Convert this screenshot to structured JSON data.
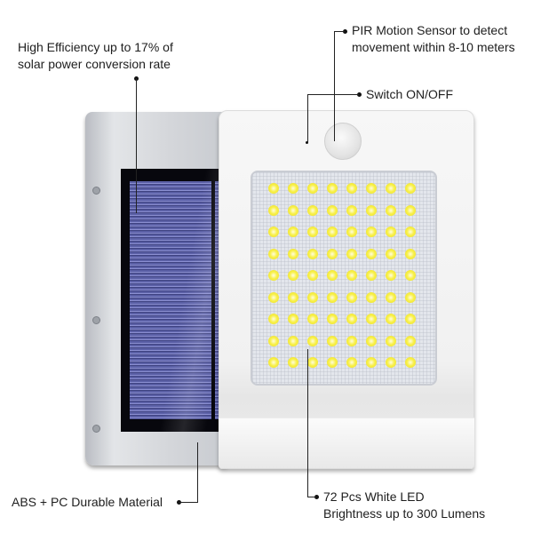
{
  "annotations": {
    "efficiency": {
      "line1": "High Efficiency up to 17% of",
      "line2": "solar power conversion rate"
    },
    "pir_sensor": {
      "line1": "PIR Motion Sensor to detect",
      "line2": "movement within 8-10 meters"
    },
    "switch": {
      "text": "Switch ON/OFF"
    },
    "material": {
      "text": "ABS + PC Durable Material"
    },
    "led": {
      "line1": "72 Pcs White LED",
      "line2": "Brightness up to 300 Lumens"
    }
  },
  "product": {
    "led_rows": 9,
    "led_cols": 8,
    "colors": {
      "led": "#f4ea3e",
      "solar_cell": "#5b60a6",
      "solar_frame": "#07070d",
      "housing_silver": "#d4d6da",
      "housing_white": "#f3f3f3"
    }
  }
}
